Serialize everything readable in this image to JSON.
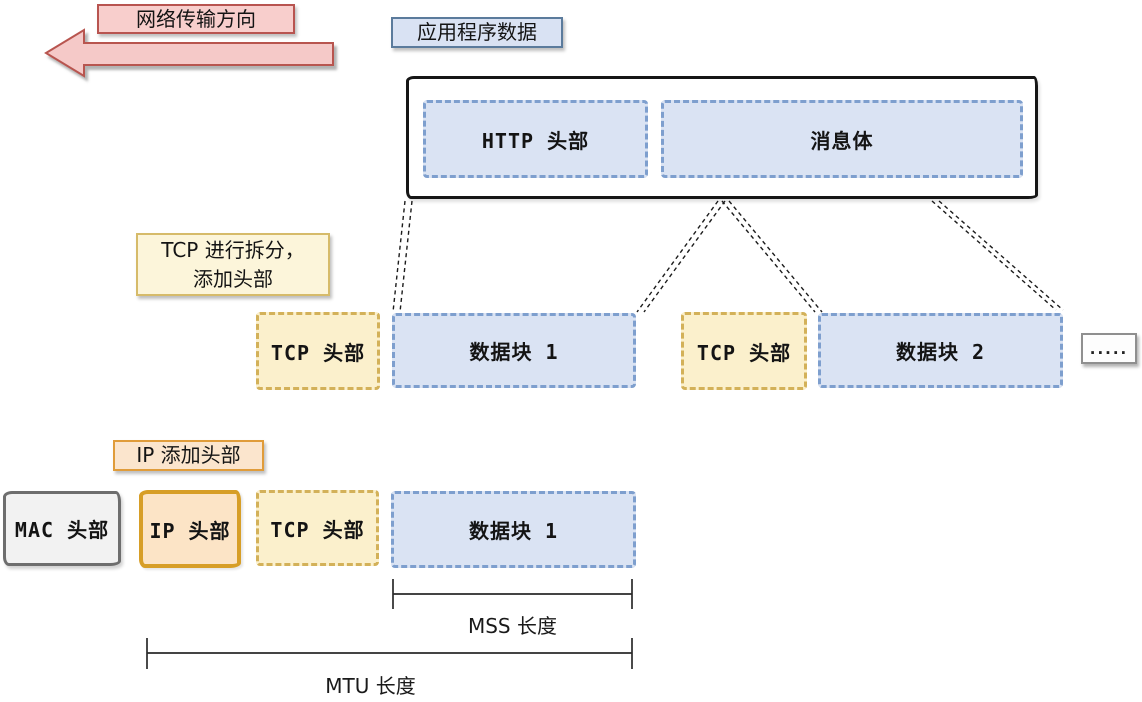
{
  "labels": {
    "direction": "网络传输方向",
    "app_data": "应用程序数据",
    "tcp_split_line1": "TCP 进行拆分，",
    "tcp_split_line2": "添加头部",
    "ip_add": "IP 添加头部",
    "mss": "MSS 长度",
    "mtu": "MTU 长度",
    "ellipsis": "....."
  },
  "blocks": {
    "http_header": "HTTP 头部",
    "message_body": "消息体",
    "tcp_segment_1": {
      "header": "TCP 头部",
      "data": "数据块 1"
    },
    "tcp_segment_2": {
      "header": "TCP 头部",
      "data": "数据块 2"
    },
    "frame": {
      "mac_header": "MAC 头部",
      "ip_header": "IP 头部",
      "tcp_header": "TCP 头部",
      "data": "数据块 1"
    }
  },
  "colors": {
    "arrow_fill": "#f5c9c8",
    "arrow_border": "#b85450",
    "blue_fill": "#dae3f3",
    "blue_border": "#7e9fce",
    "yellow_fill": "#fbf0cc",
    "yellow_border": "#d3b159",
    "orange_fill": "#fce4c6",
    "orange_border": "#d79e27",
    "gray_fill": "#f2f2f2",
    "gray_border": "#6e6e6e",
    "outline_black": "#161616"
  }
}
